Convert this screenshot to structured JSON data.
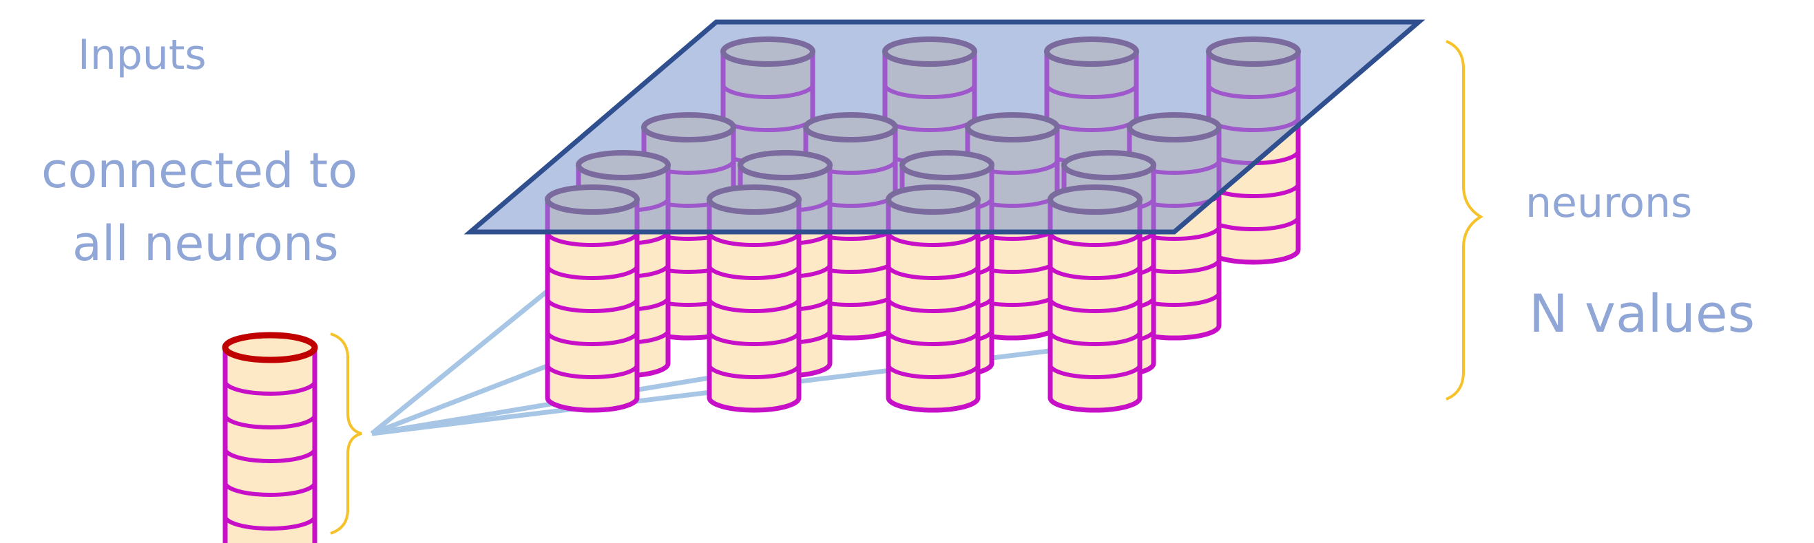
{
  "labels": {
    "inputs": "Inputs",
    "connected_line1": "connected to",
    "connected_line2": "all neurons",
    "neurons": "neurons",
    "n_values": "N values"
  },
  "structure": {
    "input_vector_segments": 6,
    "neuron_columns": 16,
    "neuron_rows": 4,
    "neuron_segments": 6,
    "connection_lines": 4
  },
  "colors": {
    "label_text": "#8fa6d6",
    "neuron_stroke": "#c80fc8",
    "neuron_top_stroke": "#7a3560",
    "neuron_fill": "#fde9c6",
    "input_top_stroke": "#c00000",
    "plane_fill": "#7b95cf",
    "plane_stroke": "#2f4f8f",
    "brace": "#f5c22a",
    "connection": "#a7c6e6"
  }
}
